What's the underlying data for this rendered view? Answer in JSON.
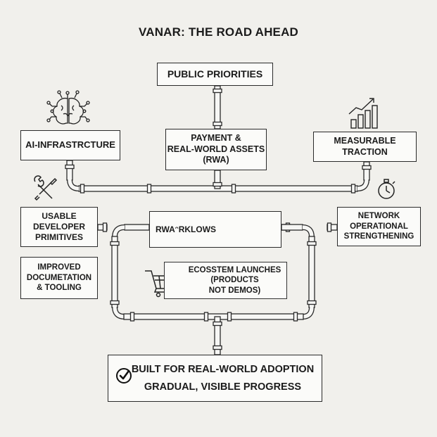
{
  "title": "VANAR: THE ROAD AHEAD",
  "boxes": {
    "public_priorities": "PUBLIC PRIORITIES",
    "ai_infrastructure": "AI-INFRASTRCTURE",
    "payment_rwa": "PAYMENT &\nREAL-WORLD ASSETS\n(RWA)",
    "measurable_traction": "MEASURABLE\nTRACTION",
    "usable_developer_primitives": "USABLE\nDEVELOPER\nPRIMITIVES",
    "rwa_workflows": "RWAᵔRKLOWS",
    "network_operational_strengthening": "NETWORK\nOPERATIONAL\nSTRENGTHENING",
    "improved_documentation_tooling": "IMPROVED\nDOCUMETATION\n& TOOLING",
    "ecosystem_launches": "ECOSSTEM LAUNCHES\n(PRODUCTS\nNOT DEMOS)",
    "built_for_adoption_line1": "BUILT FOR REAL-WORLD ADOPTION",
    "built_for_adoption_line2": "GRADUAL, VISIBLE PROGRESS"
  },
  "icons": {
    "ai_infrastructure": "brain-circuit-icon",
    "measurable_traction": "bar-chart-growth-icon",
    "developer_tools": "wrench-screwdriver-icon",
    "network": "stopwatch-icon",
    "rwa_workflows": "dollar-coin-building-icon",
    "ecosystem_launches": "shopping-cart-icon",
    "adoption": "check-circle-icon"
  },
  "colors": {
    "background": "#f1f0ec",
    "ink": "#1b1b1b",
    "pipe_fill": "#f6f6f4",
    "pipe_stroke": "#2b2b2b"
  }
}
